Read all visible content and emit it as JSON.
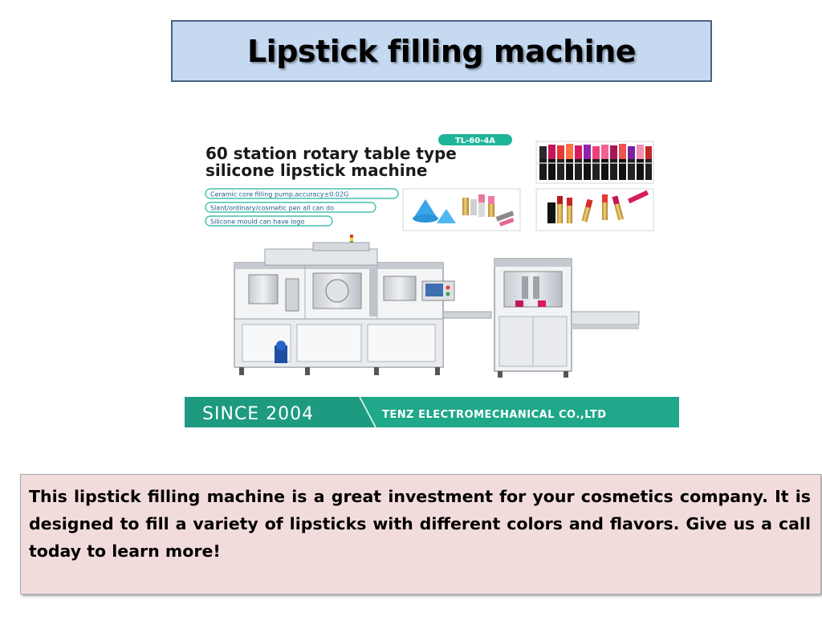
{
  "slide": {
    "title": "Lipstick filling machine",
    "body": "This lipstick filling machine is a great investment for your cosmetics company. It is designed to fill a variety of lipsticks with different colors and flavors. Give us a call today to learn more!"
  },
  "image": {
    "model_tag": "TL-60-4A",
    "headline_line1": "60 station rotary table type",
    "headline_line2": "silicone lipstick machine",
    "features": [
      "Ceramic core filling pump,accuracy±0.02G",
      "Slant/ordinary/cosmetic pen all can do",
      "Silicone mould can have logo"
    ],
    "since": "SINCE 2004",
    "company": "TENZ ELECTROMECHANICAL CO.,LTD"
  },
  "colors": {
    "title_fill": "#c5d9f1",
    "title_border": "#4a6183",
    "body_fill": "#f2dcdb",
    "banner_teal": "#1d9a80"
  }
}
